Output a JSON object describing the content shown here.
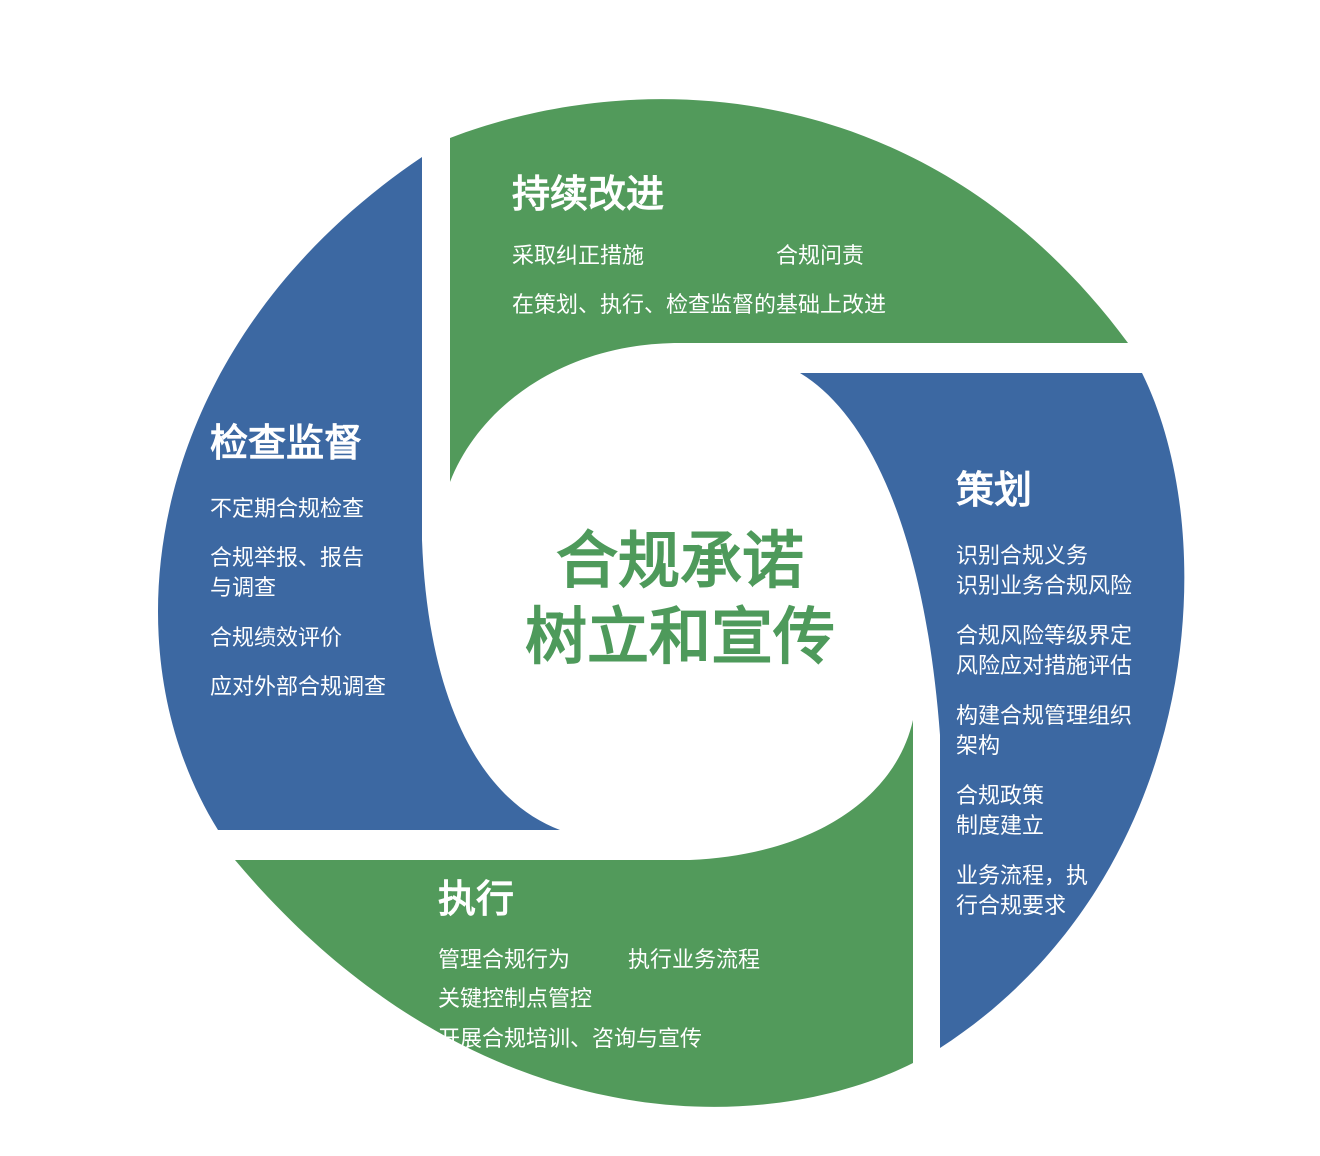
{
  "colors": {
    "green": "#529a5b",
    "blue": "#3c68a2",
    "text_green": "#4e9a5b",
    "text_white": "#ffffff"
  },
  "center": {
    "line1": "合规承诺",
    "line2": "树立和宣传"
  },
  "segments": {
    "improve": {
      "title": "持续改进",
      "items": [
        "采取纠正措施",
        "合规问责",
        "在策划、执行、检查监督的基础上改进"
      ]
    },
    "plan": {
      "title": "策划",
      "items": [
        "识别合规义务",
        "识别业务合规风险",
        "合规风险等级界定",
        "风险应对措施评估",
        "构建合规管理组织",
        "架构",
        "合规政策",
        "制度建立",
        "业务流程，执",
        "行合规要求"
      ]
    },
    "execute": {
      "title": "执行",
      "items": [
        "管理合规行为",
        "执行业务流程",
        "关键控制点管控",
        "开展合规培训、咨询与宣传"
      ]
    },
    "check": {
      "title": "检查监督",
      "items": [
        "不定期合规检查",
        "合规举报、报告",
        "与调查",
        "合规绩效评价",
        "应对外部合规调查"
      ]
    }
  }
}
